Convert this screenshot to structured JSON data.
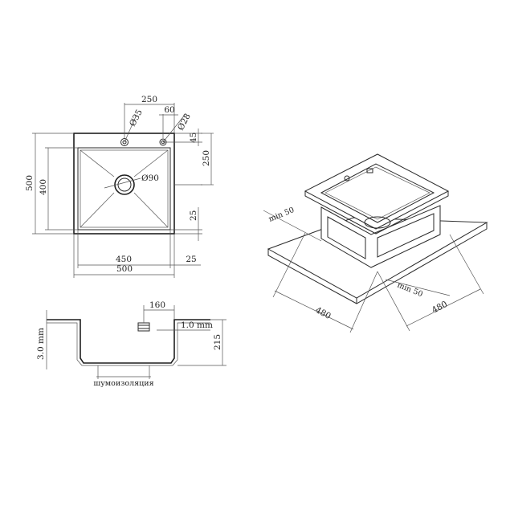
{
  "top_view": {
    "dim_250_top": "250",
    "dim_60": "60",
    "dia_35": "Ø35",
    "dia_28": "Ø28",
    "dim_45": "45",
    "dim_250_right": "250",
    "dia_90": "Ø90",
    "dim_500_left": "500",
    "dim_400_left": "400",
    "dim_25_right": "25",
    "dim_450_bottom": "450",
    "dim_25_bottom": "25",
    "dim_500_bottom": "500"
  },
  "iso_view": {
    "min50_left": "min 50",
    "min50_right": "min 50",
    "dim_480_left": "480",
    "dim_480_right": "480"
  },
  "section_view": {
    "dim_160": "160",
    "dim_1_0": "1.0 mm",
    "dim_3_0": "3.0 mm",
    "dim_215": "215",
    "label_insulation": "шумоизоляция"
  }
}
